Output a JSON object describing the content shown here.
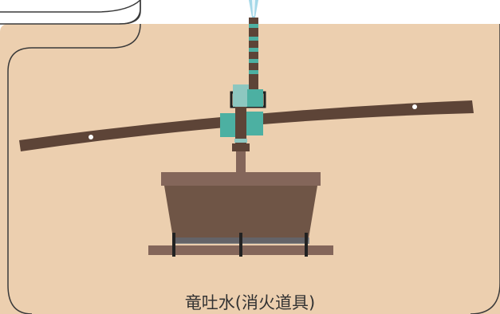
{
  "caption": "竜吐水(消火道具)",
  "colors": {
    "panel_background": "#eccfaf",
    "frame_outline": "#3a3a3a",
    "beam_brown": "#5d4437",
    "tub_brown": "#6f5546",
    "rim_brown": "#84665a",
    "teal": "#4cb0a2",
    "light_teal": "#8dc7c0",
    "water_spray": "#a5d8e8"
  },
  "illustration": {
    "subject": "竜吐水",
    "parts": [
      "pivot-beam",
      "nozzle-pipe",
      "water-spray",
      "tub",
      "base-board"
    ]
  }
}
